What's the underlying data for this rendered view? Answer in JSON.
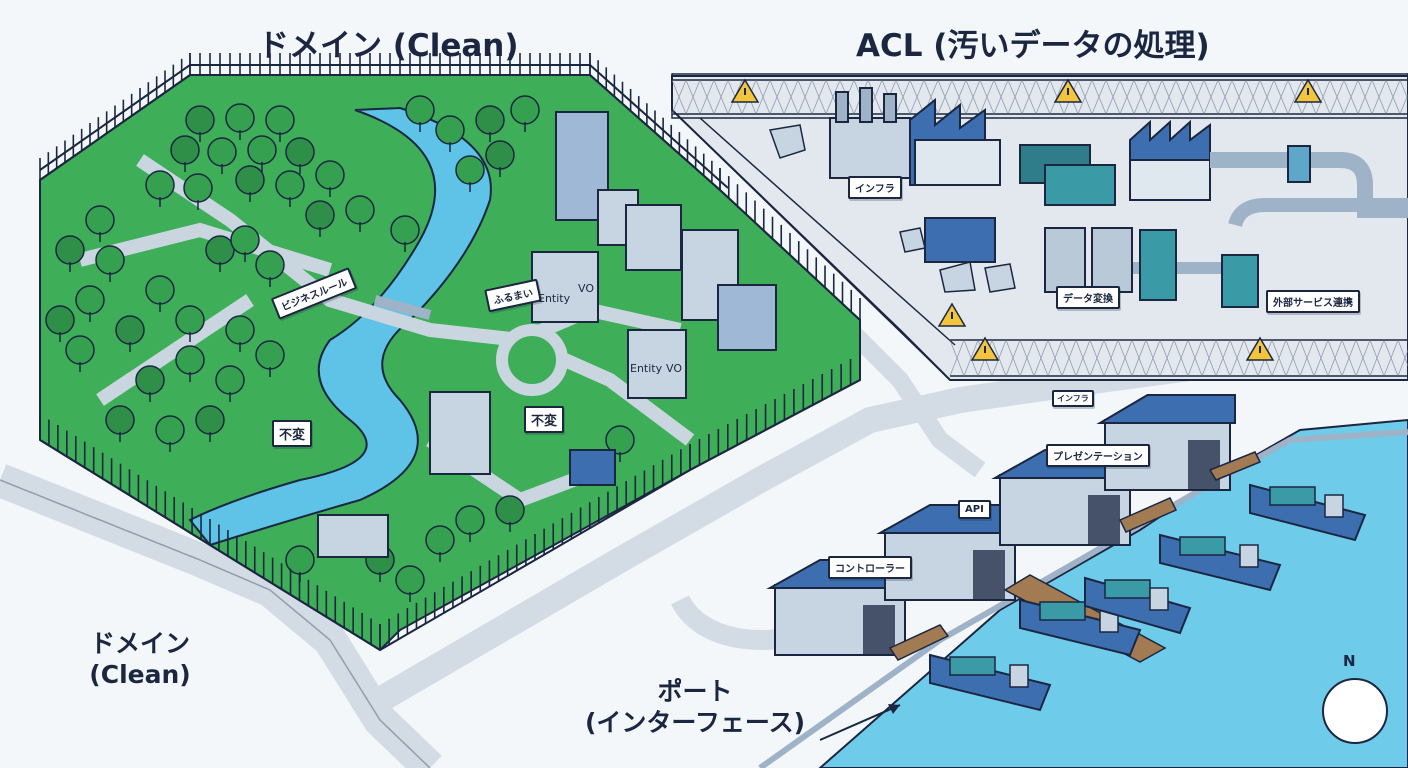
{
  "titles": {
    "domain": "ドメイン (Clean)",
    "acl": "ACL (汚いデータの処理)"
  },
  "zone_labels": {
    "domain_line1": "ドメイン",
    "domain_line2": "(Clean)",
    "port_line1": "ポート",
    "port_line2": "(インターフェース)"
  },
  "signs": {
    "business_rule": "ビジネスルール",
    "furumai": "ふるまい",
    "immutable_1": "不変",
    "immutable_2": "不変",
    "infra": "インフラ",
    "data_conversion": "データ変換",
    "external_service": "外部サービス連携",
    "presentation": "プレゼンテーション",
    "api": "API",
    "controller": "コントローラー",
    "infra_small": "インフラ"
  },
  "cubes": {
    "entity_1": "Entity",
    "vo_1": "VO",
    "entity_2": "Entity",
    "vo_2": "VO"
  },
  "compass": {
    "north": "N"
  },
  "colors": {
    "domain_green": "#3fae58",
    "tree_green": "#2f8f48",
    "river_blue": "#5ec3e6",
    "water": "#6ecbea",
    "ink": "#1b2741",
    "building_blue": "#3d6fb0",
    "acl_gray": "#e3e8ef",
    "warning_yellow": "#f2c53d"
  }
}
